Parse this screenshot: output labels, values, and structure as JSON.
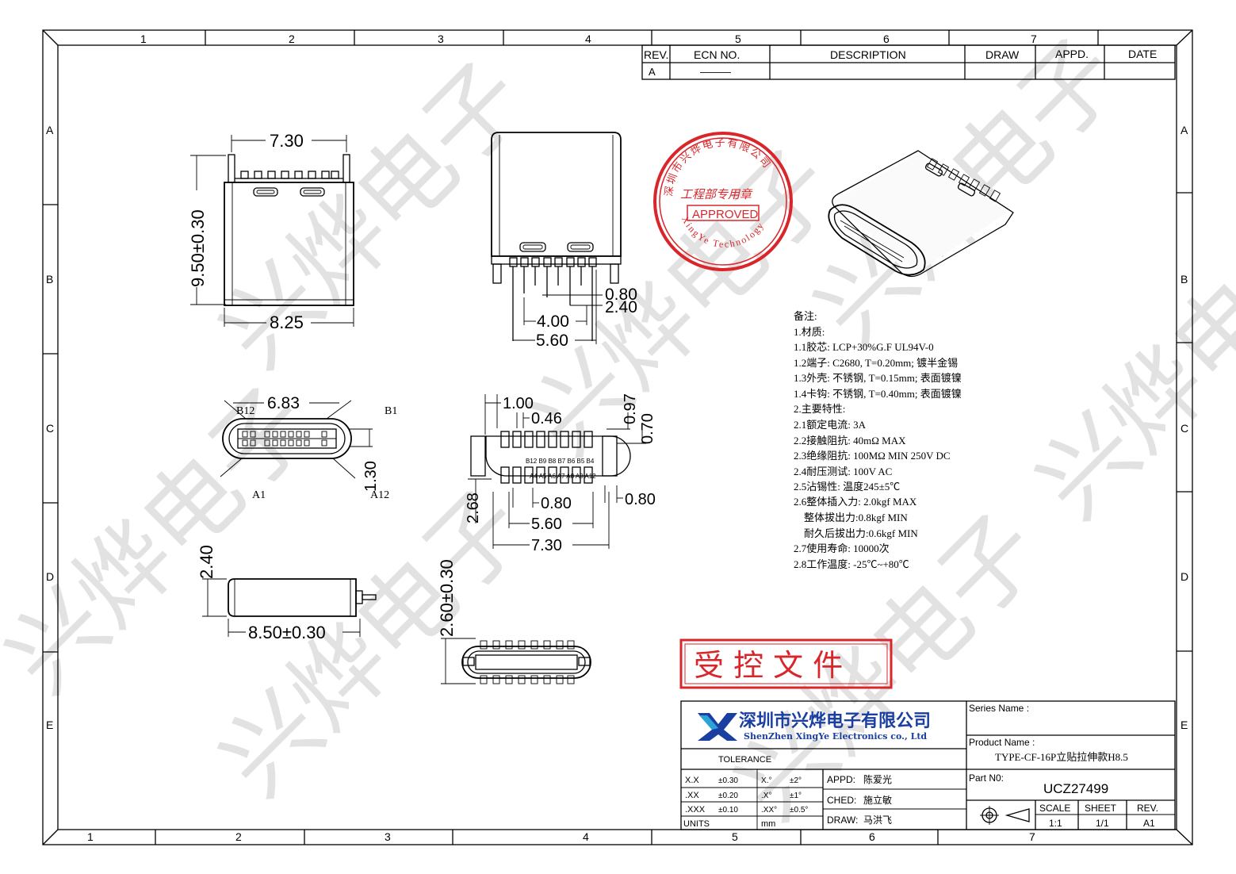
{
  "frame": {
    "cols_top": [
      "1",
      "2",
      "3",
      "4",
      "5",
      "6",
      "7"
    ],
    "cols_bottom": [
      "1",
      "2",
      "3",
      "4",
      "5",
      "6",
      "7"
    ],
    "rows": [
      "A",
      "B",
      "C",
      "D",
      "E"
    ]
  },
  "revision": {
    "headers": {
      "rev": "REV.",
      "ecn": "ECN  NO.",
      "desc": "DESCRIPTION",
      "draw": "DRAW",
      "appd": "APPD.",
      "date": "DATE"
    },
    "row": {
      "rev": "A",
      "ecn": "———"
    }
  },
  "watermark": "兴烨电子",
  "dims": {
    "top_width": "7.30",
    "top_height": "9.50±0.30",
    "top_base": "8.25",
    "front_pitch_a": "0.80",
    "front_pitch_b": "2.40",
    "front_w1": "4.00",
    "front_w2": "5.60",
    "end_w": "6.83",
    "end_h": "1.30",
    "pin_w": "1.00",
    "pin_gap": "0.46",
    "pin_v1": "0.97",
    "pin_v2": "0.70",
    "pin_h": "2.68",
    "pin_p1": "0.80",
    "pin_p2": "0.80",
    "pin_w2": "5.60",
    "pin_w3": "7.30",
    "side_h": "2.40",
    "side_len": "8.50±0.30",
    "bottom_h": "2.60±0.30"
  },
  "view_labels": {
    "b12": "B12",
    "b1": "B1",
    "a1": "A1",
    "a12": "A12"
  },
  "pin_labels_top": "B12 B9 B8 B7 B6 B5 B4",
  "pin_labels_bottom": "A4 A5 A6 A7 A8 A9 A12",
  "stamp": {
    "ring": "深圳市兴烨电子有限公司",
    "ring_en": "XingYe Technology Co.,Ltd",
    "dept": "工程部专用章",
    "approved": "APPROVED"
  },
  "notes": [
    "备注:",
    "1.材质:",
    "1.1胶芯: LCP+30%G.F UL94V-0",
    "1.2端子: C2680, T=0.20mm; 镀半金锡",
    "1.3外壳: 不锈钢, T=0.15mm; 表面镀镍",
    "1.4卡钩: 不锈钢, T=0.40mm; 表面镀镍",
    "2.主要特性:",
    "2.1额定电流: 3A",
    "2.2接触阻抗: 40mΩ MAX",
    "2.3绝缘阻抗: 100MΩ MIN 250V DC",
    "2.4耐压测试: 100V AC",
    "2.5沾锡性: 温度245±5℃",
    "2.6整体插入力: 2.0kgf MAX",
    "    整体拔出力:0.8kgf MIN",
    "    耐久后拔出力:0.6kgf MIN",
    "2.7使用寿命: 10000次",
    "2.8工作温度: -25℃~+80℃"
  ],
  "controlled_stamp": "受 控 文 件",
  "title_block": {
    "company_cn": "深圳市兴烨电子有限公司",
    "company_en": "ShenZhen XingYe Electronics co., Ltd",
    "tolerance_label": "TOLERANCE",
    "tol_rows": [
      {
        "a": "X.X",
        "b": "±0.30",
        "c": "X.°",
        "d": "±2°"
      },
      {
        "a": ".XX",
        "b": "±0.20",
        "c": ".X°",
        "d": "±1°"
      },
      {
        "a": ".XXX",
        "b": "±0.10",
        "c": ".XX°",
        "d": "±0.5°"
      }
    ],
    "units_label": "UNITS",
    "units_value": "mm",
    "appd_label": "APPD:",
    "appd_name": "陈爱光",
    "ched_label": "CHED:",
    "ched_name": "施立敏",
    "draw_label": "DRAW:",
    "draw_name": "马洪飞",
    "series_label": "Series Name :",
    "product_label": "Product Name :",
    "product_value": "TYPE-CF-16P立贴拉伸款H8.5",
    "part_label": "Part N0:",
    "part_value": "UCZ27499",
    "scale_label": "SCALE",
    "scale_value": "1:1",
    "sheet_label": "SHEET",
    "sheet_value": "1/1",
    "rev_label": "REV.",
    "rev_value": "A1"
  },
  "colors": {
    "stamp_red": "#d9262b",
    "logo_blue": "#1a3fa0",
    "logo_cyan": "#2aa3d8"
  }
}
